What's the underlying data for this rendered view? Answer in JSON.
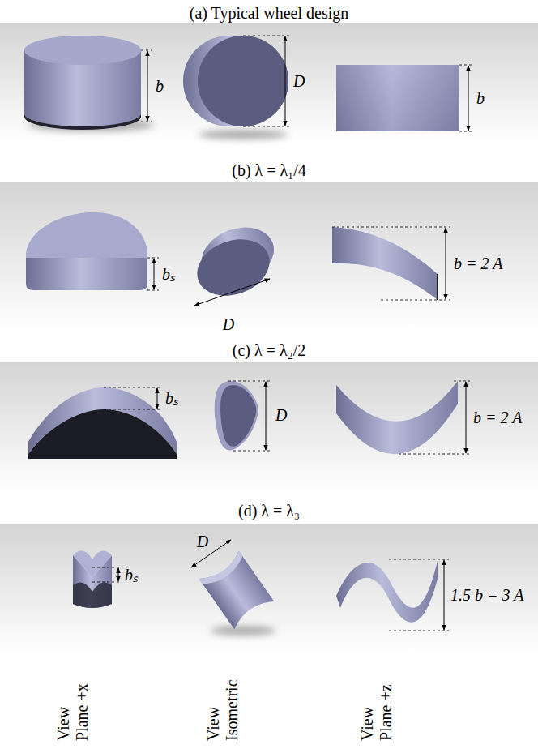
{
  "diagram": {
    "labels": [
      "(a) Typical wheel design",
      "b",
      "D",
      "b",
      "(b) λ = λ₁/4",
      "bₛ",
      "D",
      "b = 2 A",
      "(c) λ = λ₂/2",
      "bₛ",
      "D",
      "b = 2 A",
      "(d) λ = λ₃",
      "bₛ",
      "D",
      "1.5 b = 3 A",
      "View Plane +x",
      "View Isometric",
      "View Plane +z"
    ]
  }
}
